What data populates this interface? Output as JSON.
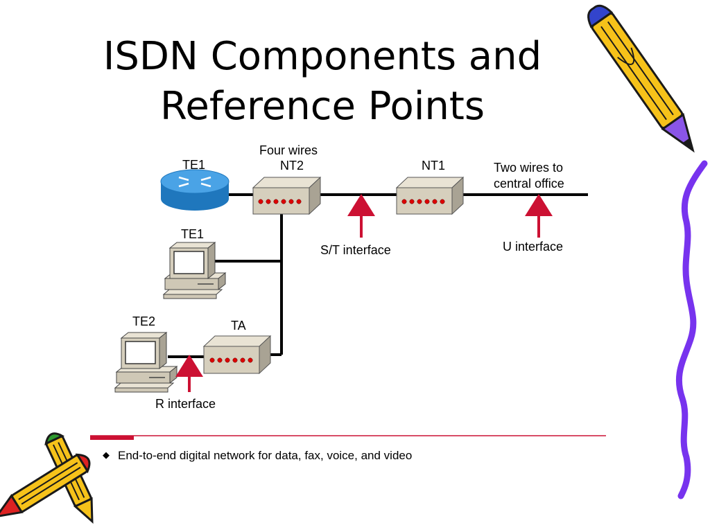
{
  "title": {
    "line1": "ISDN Components and",
    "line2": "Reference Points"
  },
  "labels": {
    "te1_router": "TE1",
    "four_wires": "Four wires",
    "nt2": "NT2",
    "nt1": "NT1",
    "two_wires_line1": "Two wires to",
    "two_wires_line2": "central office",
    "te1_pc": "TE1",
    "st_interface": "S/T interface",
    "u_interface": "U interface",
    "te2": "TE2",
    "ta": "TA",
    "r_interface": "R interface"
  },
  "bullet": "End-to-end digital network for data, fax, voice, and video",
  "colors": {
    "accent_red": "#cc1133",
    "router_blue": "#2f8ed0",
    "device_face": "#d6cfbd",
    "led_red": "#dd0000",
    "squiggle_purple": "#7733ee"
  },
  "icons": [
    "router-icon",
    "computer-icon",
    "network-device-icon",
    "pencil-icon"
  ]
}
